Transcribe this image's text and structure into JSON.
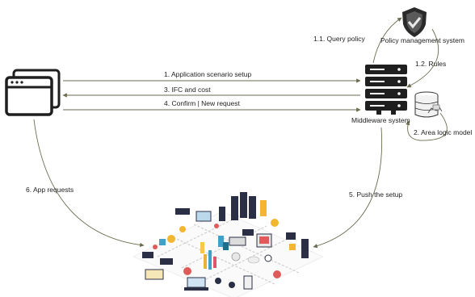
{
  "nodes": {
    "policy_system": "Policy management system",
    "middleware": "Middleware system"
  },
  "edges": {
    "query_policy": "1.1. Query policy",
    "rules": "1.2. Rules",
    "app_scenario_setup": "1. Application scenario setup",
    "ifc_cost": "3. IFC and cost",
    "confirm_request": "4. Confirm | New request",
    "area_logic_model": "2. Area logic model",
    "app_requests": "6. App requests",
    "push_setup": "5. Push the setup"
  },
  "colors": {
    "arrow": "#6b6b4f",
    "icon_dark": "#1f1f1f",
    "shield": "#2a2a2a"
  },
  "icons": [
    "browser-window-icon",
    "shield-icon",
    "server-rack-icon",
    "database-icon",
    "iot-city-illustration"
  ]
}
